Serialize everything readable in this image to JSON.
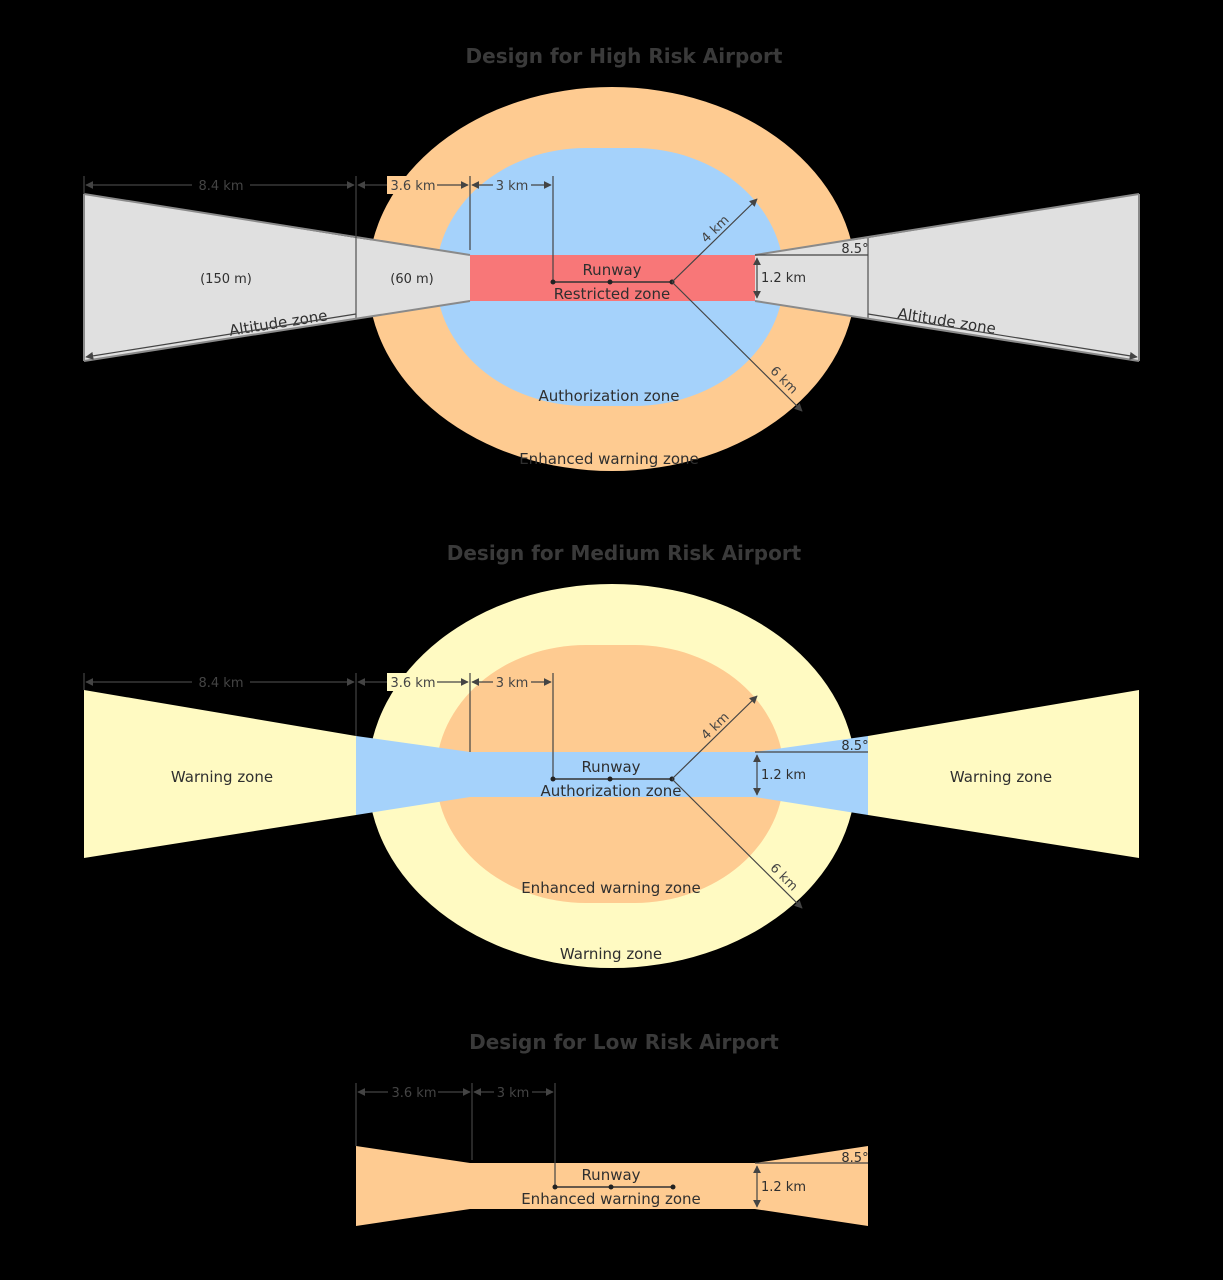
{
  "colors": {
    "background": "#000000",
    "enhanced_warning": "#fecb91",
    "authorization": "#a5d2fb",
    "restricted": "#f87778",
    "altitude": "#e0e0e0",
    "warning": "#fffac2",
    "text": "#2f2f2f",
    "dimension": "#444444"
  },
  "high": {
    "title": "Design for High Risk Airport",
    "dim_84": "8.4 km",
    "dim_36": "3.6 km",
    "dim_3": "3 km",
    "dim_4": "4 km",
    "dim_6": "6 km",
    "angle": "8.5°",
    "width": "1.2 km",
    "alt_150": "(150 m)",
    "alt_60": "(60 m)",
    "altitude_left": "Altitude zone",
    "altitude_right": "Altitude zone",
    "runway": "Runway",
    "restricted": "Restricted zone",
    "authorization": "Authorization zone",
    "enhanced": "Enhanced warning zone"
  },
  "medium": {
    "title": "Design for Medium Risk Airport",
    "dim_84": "8.4 km",
    "dim_36": "3.6 km",
    "dim_3": "3 km",
    "dim_4": "4 km",
    "dim_6": "6 km",
    "angle": "8.5°",
    "width": "1.2 km",
    "warning_left": "Warning zone",
    "warning_right": "Warning zone",
    "runway": "Runway",
    "authorization": "Authorization zone",
    "enhanced": "Enhanced warning zone",
    "warning_bottom": "Warning zone"
  },
  "low": {
    "title": "Design for Low Risk Airport",
    "dim_36": "3.6 km",
    "dim_3": "3 km",
    "angle": "8.5°",
    "width": "1.2 km",
    "runway": "Runway",
    "enhanced": "Enhanced warning zone"
  }
}
